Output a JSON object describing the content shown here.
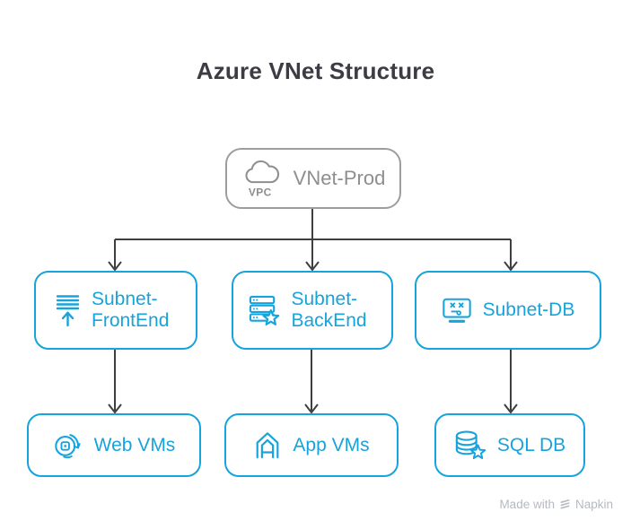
{
  "title": "Azure VNet Structure",
  "colors": {
    "accent_blue": "#17a3dc",
    "connector": "#3f3f3f",
    "gray_border": "#9d9d9d",
    "gray_text": "#8e8e8e",
    "title_text": "#3c3c44",
    "watermark": "#b6bac0"
  },
  "diagram": {
    "root": {
      "label": "VNet-Prod",
      "icon": "vpc-cloud-icon"
    },
    "subnets": [
      {
        "label": "Subnet-FrontEnd",
        "icon": "list-up-arrow-icon"
      },
      {
        "label": "Subnet-BackEnd",
        "icon": "server-stack-star-icon"
      },
      {
        "label": "Subnet-DB",
        "icon": "monitor-dead-face-icon"
      }
    ],
    "vms": [
      {
        "label": "Web VMs",
        "icon": "qr-sync-icon"
      },
      {
        "label": "App VMs",
        "icon": "house-icon"
      },
      {
        "label": "SQL DB",
        "icon": "database-star-icon"
      }
    ]
  },
  "watermark": {
    "prefix": "Made with",
    "brand": "Napkin"
  }
}
